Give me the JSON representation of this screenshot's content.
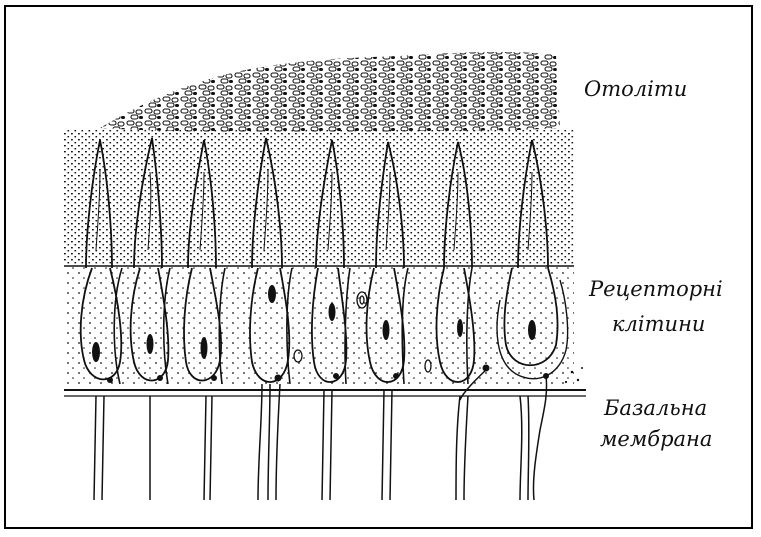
{
  "labels": {
    "otoliths": "Отоліти",
    "receptor_line1": "Рецепторні",
    "receptor_line2": "клітини",
    "basal_line1": "Базальна",
    "basal_line2": "мембрана"
  },
  "colors": {
    "ink": "#111111",
    "background": "#ffffff"
  },
  "cell_count": 8
}
